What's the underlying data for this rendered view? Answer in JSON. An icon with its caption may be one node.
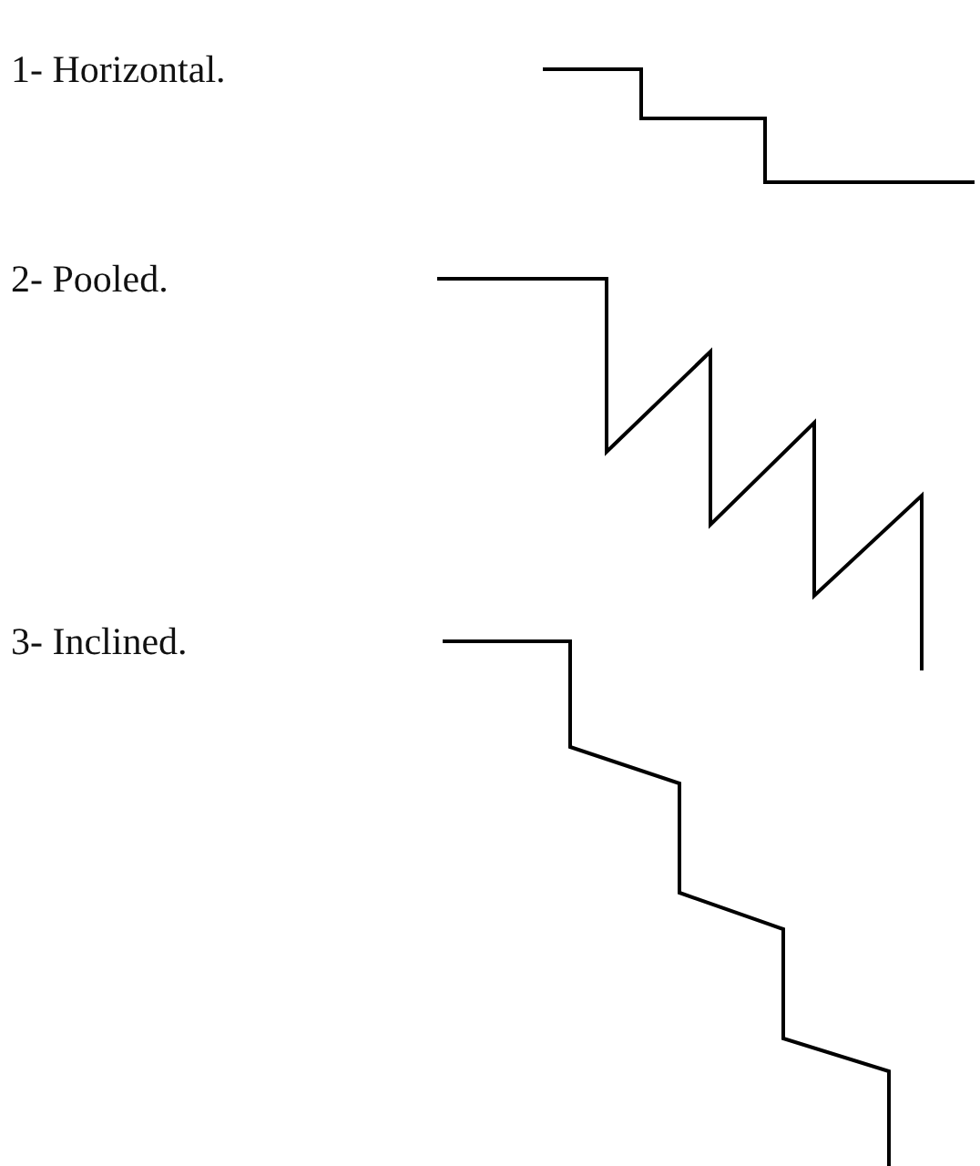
{
  "diagram": {
    "labels": [
      "1- Horizontal.",
      "2- Pooled.",
      "3- Inclined."
    ]
  }
}
